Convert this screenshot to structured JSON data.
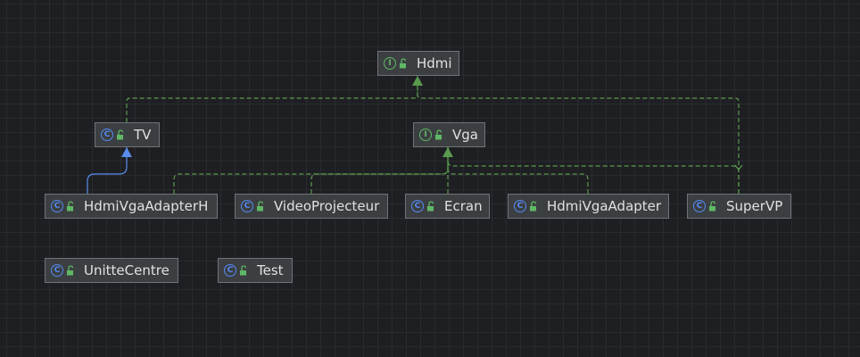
{
  "colors": {
    "background": "#1e1f22",
    "node_fill": "#3c3f41",
    "node_border": "#6f737a",
    "text": "#dfe1e5",
    "class_icon": "#548af7",
    "interface_icon": "#5fb865",
    "lock_icon": "#5fb865",
    "implements_edge": "#5a9a4e",
    "extends_edge": "#5b8def"
  },
  "diagram": {
    "nodes": [
      {
        "id": "hdmi",
        "label": "Hdmi",
        "kind": "interface",
        "kind_glyph": "I"
      },
      {
        "id": "tv",
        "label": "TV",
        "kind": "class",
        "kind_glyph": "C"
      },
      {
        "id": "vga",
        "label": "Vga",
        "kind": "interface",
        "kind_glyph": "I"
      },
      {
        "id": "hdmivgaadapterh",
        "label": "HdmiVgaAdapterH",
        "kind": "class",
        "kind_glyph": "C"
      },
      {
        "id": "videoprojecteur",
        "label": "VideoProjecteur",
        "kind": "class",
        "kind_glyph": "C"
      },
      {
        "id": "ecran",
        "label": "Ecran",
        "kind": "class",
        "kind_glyph": "C"
      },
      {
        "id": "hdmivgaadapter",
        "label": "HdmiVgaAdapter",
        "kind": "class",
        "kind_glyph": "C"
      },
      {
        "id": "supervp",
        "label": "SuperVP",
        "kind": "class",
        "kind_glyph": "C"
      },
      {
        "id": "unittecentre",
        "label": "UnitteCentre",
        "kind": "class",
        "kind_glyph": "C"
      },
      {
        "id": "test",
        "label": "Test",
        "kind": "class",
        "kind_glyph": "C"
      }
    ],
    "edges": [
      {
        "from": "tv",
        "to": "hdmi",
        "type": "implements"
      },
      {
        "from": "supervp",
        "to": "hdmi",
        "type": "implements"
      },
      {
        "from": "hdmivgaadapterh",
        "to": "tv",
        "type": "extends"
      },
      {
        "from": "videoprojecteur",
        "to": "vga",
        "type": "implements"
      },
      {
        "from": "ecran",
        "to": "vga",
        "type": "implements"
      },
      {
        "from": "hdmivgaadapter",
        "to": "vga",
        "type": "implements"
      },
      {
        "from": "supervp",
        "to": "vga",
        "type": "implements"
      },
      {
        "from": "hdmivgaadapterh",
        "to": "vga",
        "type": "implements"
      }
    ]
  }
}
